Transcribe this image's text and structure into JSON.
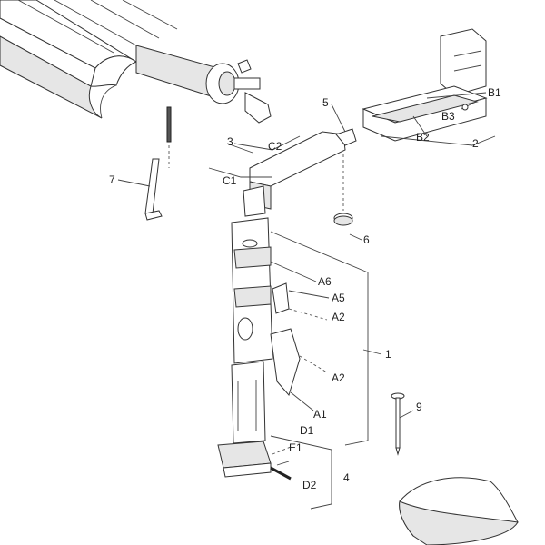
{
  "labels": {
    "l1": "1",
    "l2": "2",
    "l3": "3",
    "l4": "4",
    "l5": "5",
    "l6": "6",
    "l7": "7",
    "l9": "9",
    "a1": "A1",
    "a2_top": "A2",
    "a2_bottom": "A2",
    "a5": "A5",
    "a6": "A6",
    "b1": "B1",
    "b2": "B2",
    "b3": "B3",
    "c1": "C1",
    "c2": "C2",
    "d1": "D1",
    "d2": "D2",
    "e1": "E1"
  },
  "icons": [
    "awning-canopy",
    "roller-tube",
    "wall-bracket",
    "arm-assembly",
    "foot-base",
    "screw",
    "pin",
    "cover-pad"
  ]
}
